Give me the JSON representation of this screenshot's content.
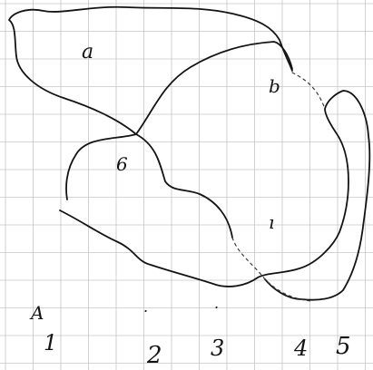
{
  "region_labels": {
    "a": "a",
    "b": "b",
    "c": "6",
    "tick": "ı"
  },
  "bottom_numbers": [
    "1",
    "2",
    "3",
    "4",
    "5"
  ],
  "bottom_marks": [
    "A",
    "."
  ],
  "colors": {
    "ink": "#141414",
    "grid": "#c6c6c6",
    "paper": "#ffffff"
  }
}
